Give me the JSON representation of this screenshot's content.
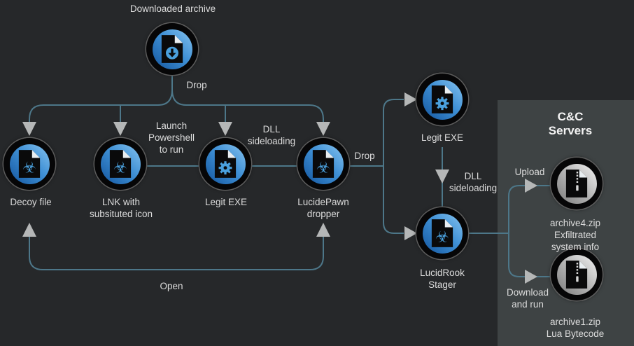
{
  "diagram": {
    "panel_title": "C&C Servers",
    "nodes": [
      {
        "id": "downloaded-archive",
        "label": "Downloaded archive",
        "icon": "download-file-icon"
      },
      {
        "id": "decoy-file",
        "label": "Decoy file",
        "icon": "biohazard-file-icon"
      },
      {
        "id": "lnk-substituted",
        "label": "LNK with\nsubsituted icon",
        "icon": "biohazard-file-icon"
      },
      {
        "id": "legit-exe-dropped",
        "label": "Legit EXE",
        "icon": "gear-file-icon"
      },
      {
        "id": "lucidepawn-dropper",
        "label": "LucidePawn\ndropper",
        "icon": "biohazard-file-icon"
      },
      {
        "id": "legit-exe-sideload",
        "label": "Legit EXE",
        "icon": "gear-file-icon"
      },
      {
        "id": "lucidrook-stager",
        "label": "LucidRook\nStager",
        "icon": "biohazard-file-icon"
      },
      {
        "id": "archive4-zip",
        "label": "archive4.zip\nExfiltrated system info",
        "icon": "zip-file-icon"
      },
      {
        "id": "archive1-zip",
        "label": "archive1.zip\nLua Bytecode",
        "icon": "zip-file-icon"
      }
    ],
    "edge_labels": {
      "drop_top": "Drop",
      "launch_powershell": "Launch\nPowershell\nto run",
      "dll_sideloading_mid": "DLL\nsideloading",
      "drop_right": "Drop",
      "dll_sideloading_right": "DLL\nsideloading",
      "open": "Open",
      "upload": "Upload",
      "download_and_run": "Download\nand run"
    },
    "colors": {
      "background": "#26282a",
      "panel_background": "#3e4344",
      "wire": "#4d7789",
      "arrowhead": "#b5b7b7",
      "node_blue_light": "#86c3ef",
      "node_blue_dark": "#14569f",
      "node_gray_light": "#f2f2f2",
      "node_gray_dark": "#7d7d7d",
      "icon_accent_blue": "#4aa0dd",
      "text": "#dcdcdc"
    }
  }
}
